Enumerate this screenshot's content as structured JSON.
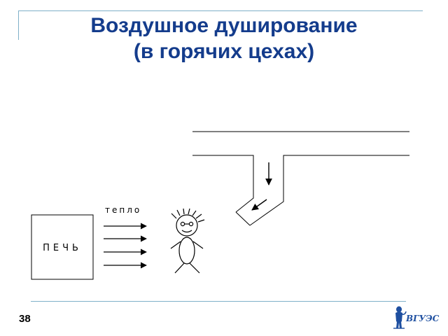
{
  "title": {
    "line1": "Воздушное душирование",
    "line2": "(в горячих цехах)"
  },
  "diagram": {
    "furnace_label": "ПЕЧЬ",
    "heat_label": "тепло",
    "heat_arrow_count": 4
  },
  "logo": {
    "text": "ВГУЭС"
  },
  "page_number": "38",
  "colors": {
    "title": "#143c8c",
    "frame": "#7fb0c8",
    "logo": "#1e4fa0"
  }
}
